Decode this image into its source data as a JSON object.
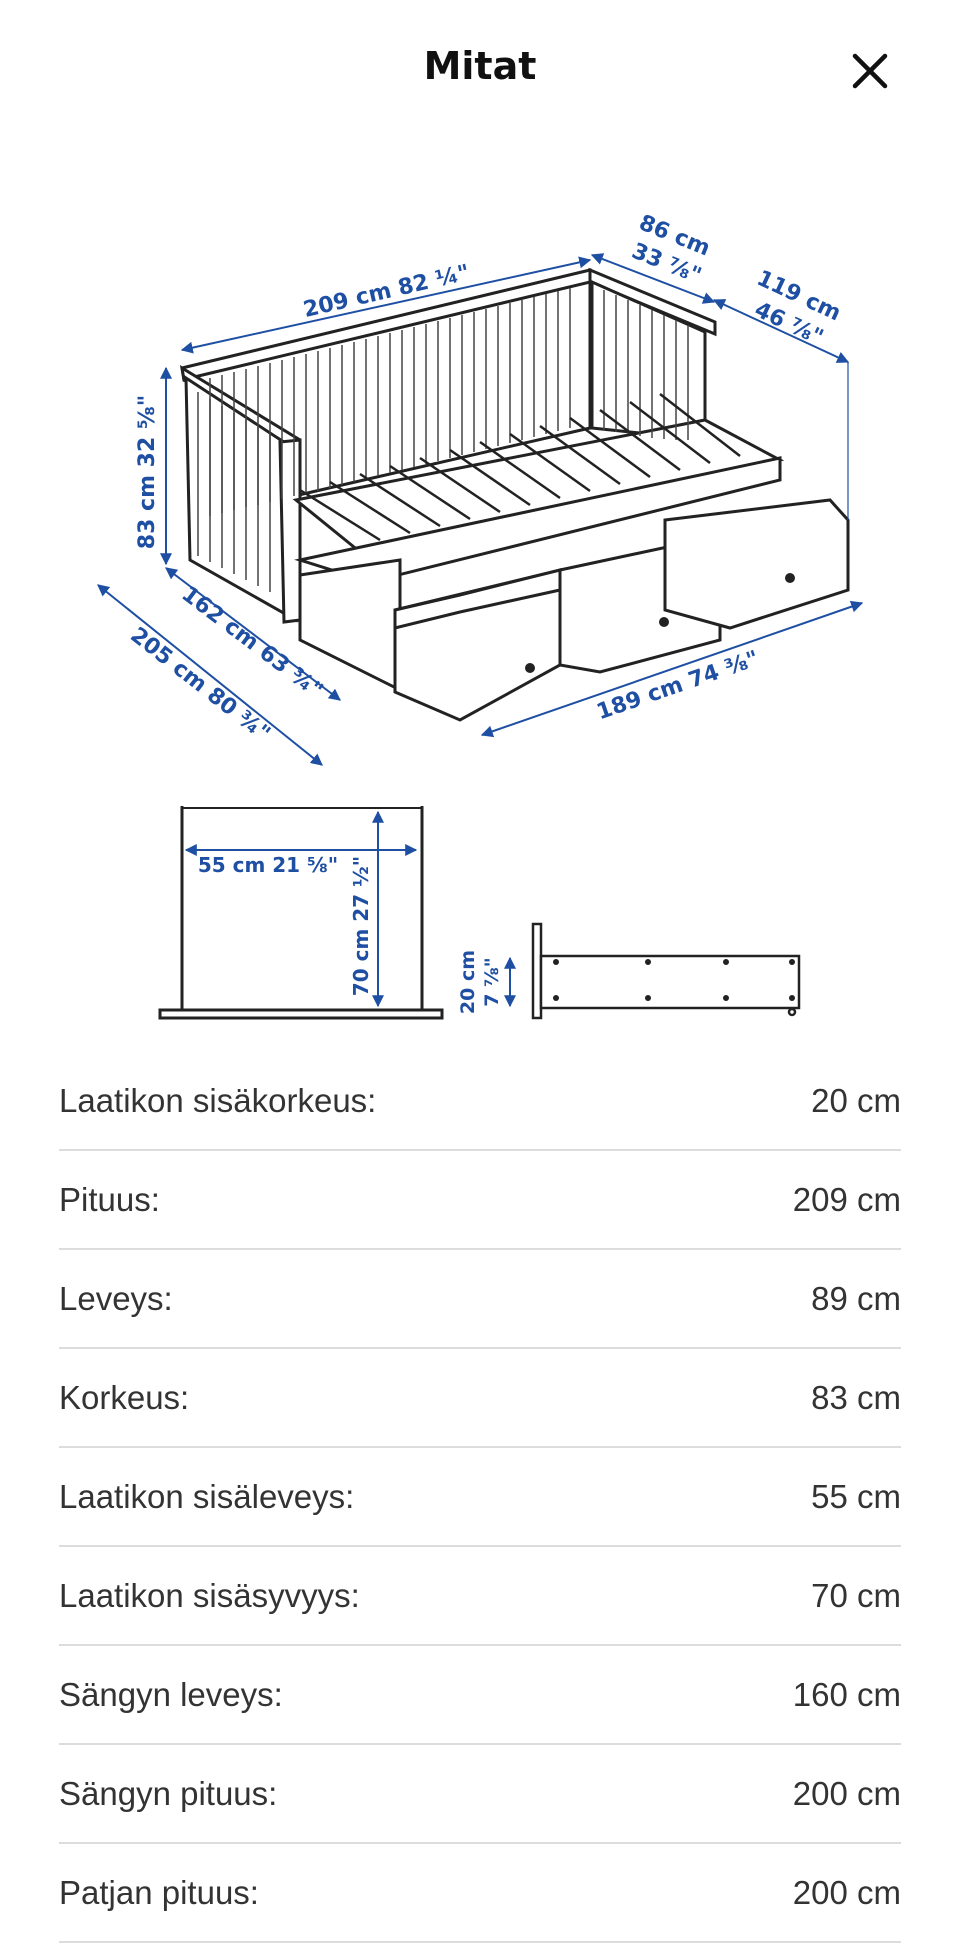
{
  "header": {
    "title": "Mitat",
    "close_icon": "close-icon"
  },
  "illustration": {
    "dims": {
      "top_length": "209 cm 82 ¼\"",
      "top_depth_cm": "86 cm",
      "top_depth_in": "33 ⅞\"",
      "right_depth_cm": "119 cm",
      "right_depth_in": "46 ⅞\"",
      "height": "83 cm 32 ⅝\"",
      "bottom_left_1": "162 cm 63 ¾\"",
      "bottom_left_2": "205 cm 80 ¾\"",
      "bottom_right": "189 cm 74 ⅜\"",
      "drawer_width": "55 cm 21 ⅝\"",
      "drawer_depth": "70 cm 27 ½\"",
      "drawer_height_cm": "20 cm",
      "drawer_height_in": "7 ⅞\""
    },
    "accent_color": "#1e4fa3"
  },
  "specs": [
    {
      "label": "Laatikon sisäkorkeus:",
      "value": "20 cm"
    },
    {
      "label": "Pituus:",
      "value": "209 cm"
    },
    {
      "label": "Leveys:",
      "value": "89 cm"
    },
    {
      "label": "Korkeus:",
      "value": "83 cm"
    },
    {
      "label": "Laatikon sisäleveys:",
      "value": "55 cm"
    },
    {
      "label": "Laatikon sisäsyvyys:",
      "value": "70 cm"
    },
    {
      "label": "Sängyn leveys:",
      "value": "160 cm"
    },
    {
      "label": "Sängyn pituus:",
      "value": "200 cm"
    },
    {
      "label": "Patjan pituus:",
      "value": "200 cm"
    }
  ]
}
